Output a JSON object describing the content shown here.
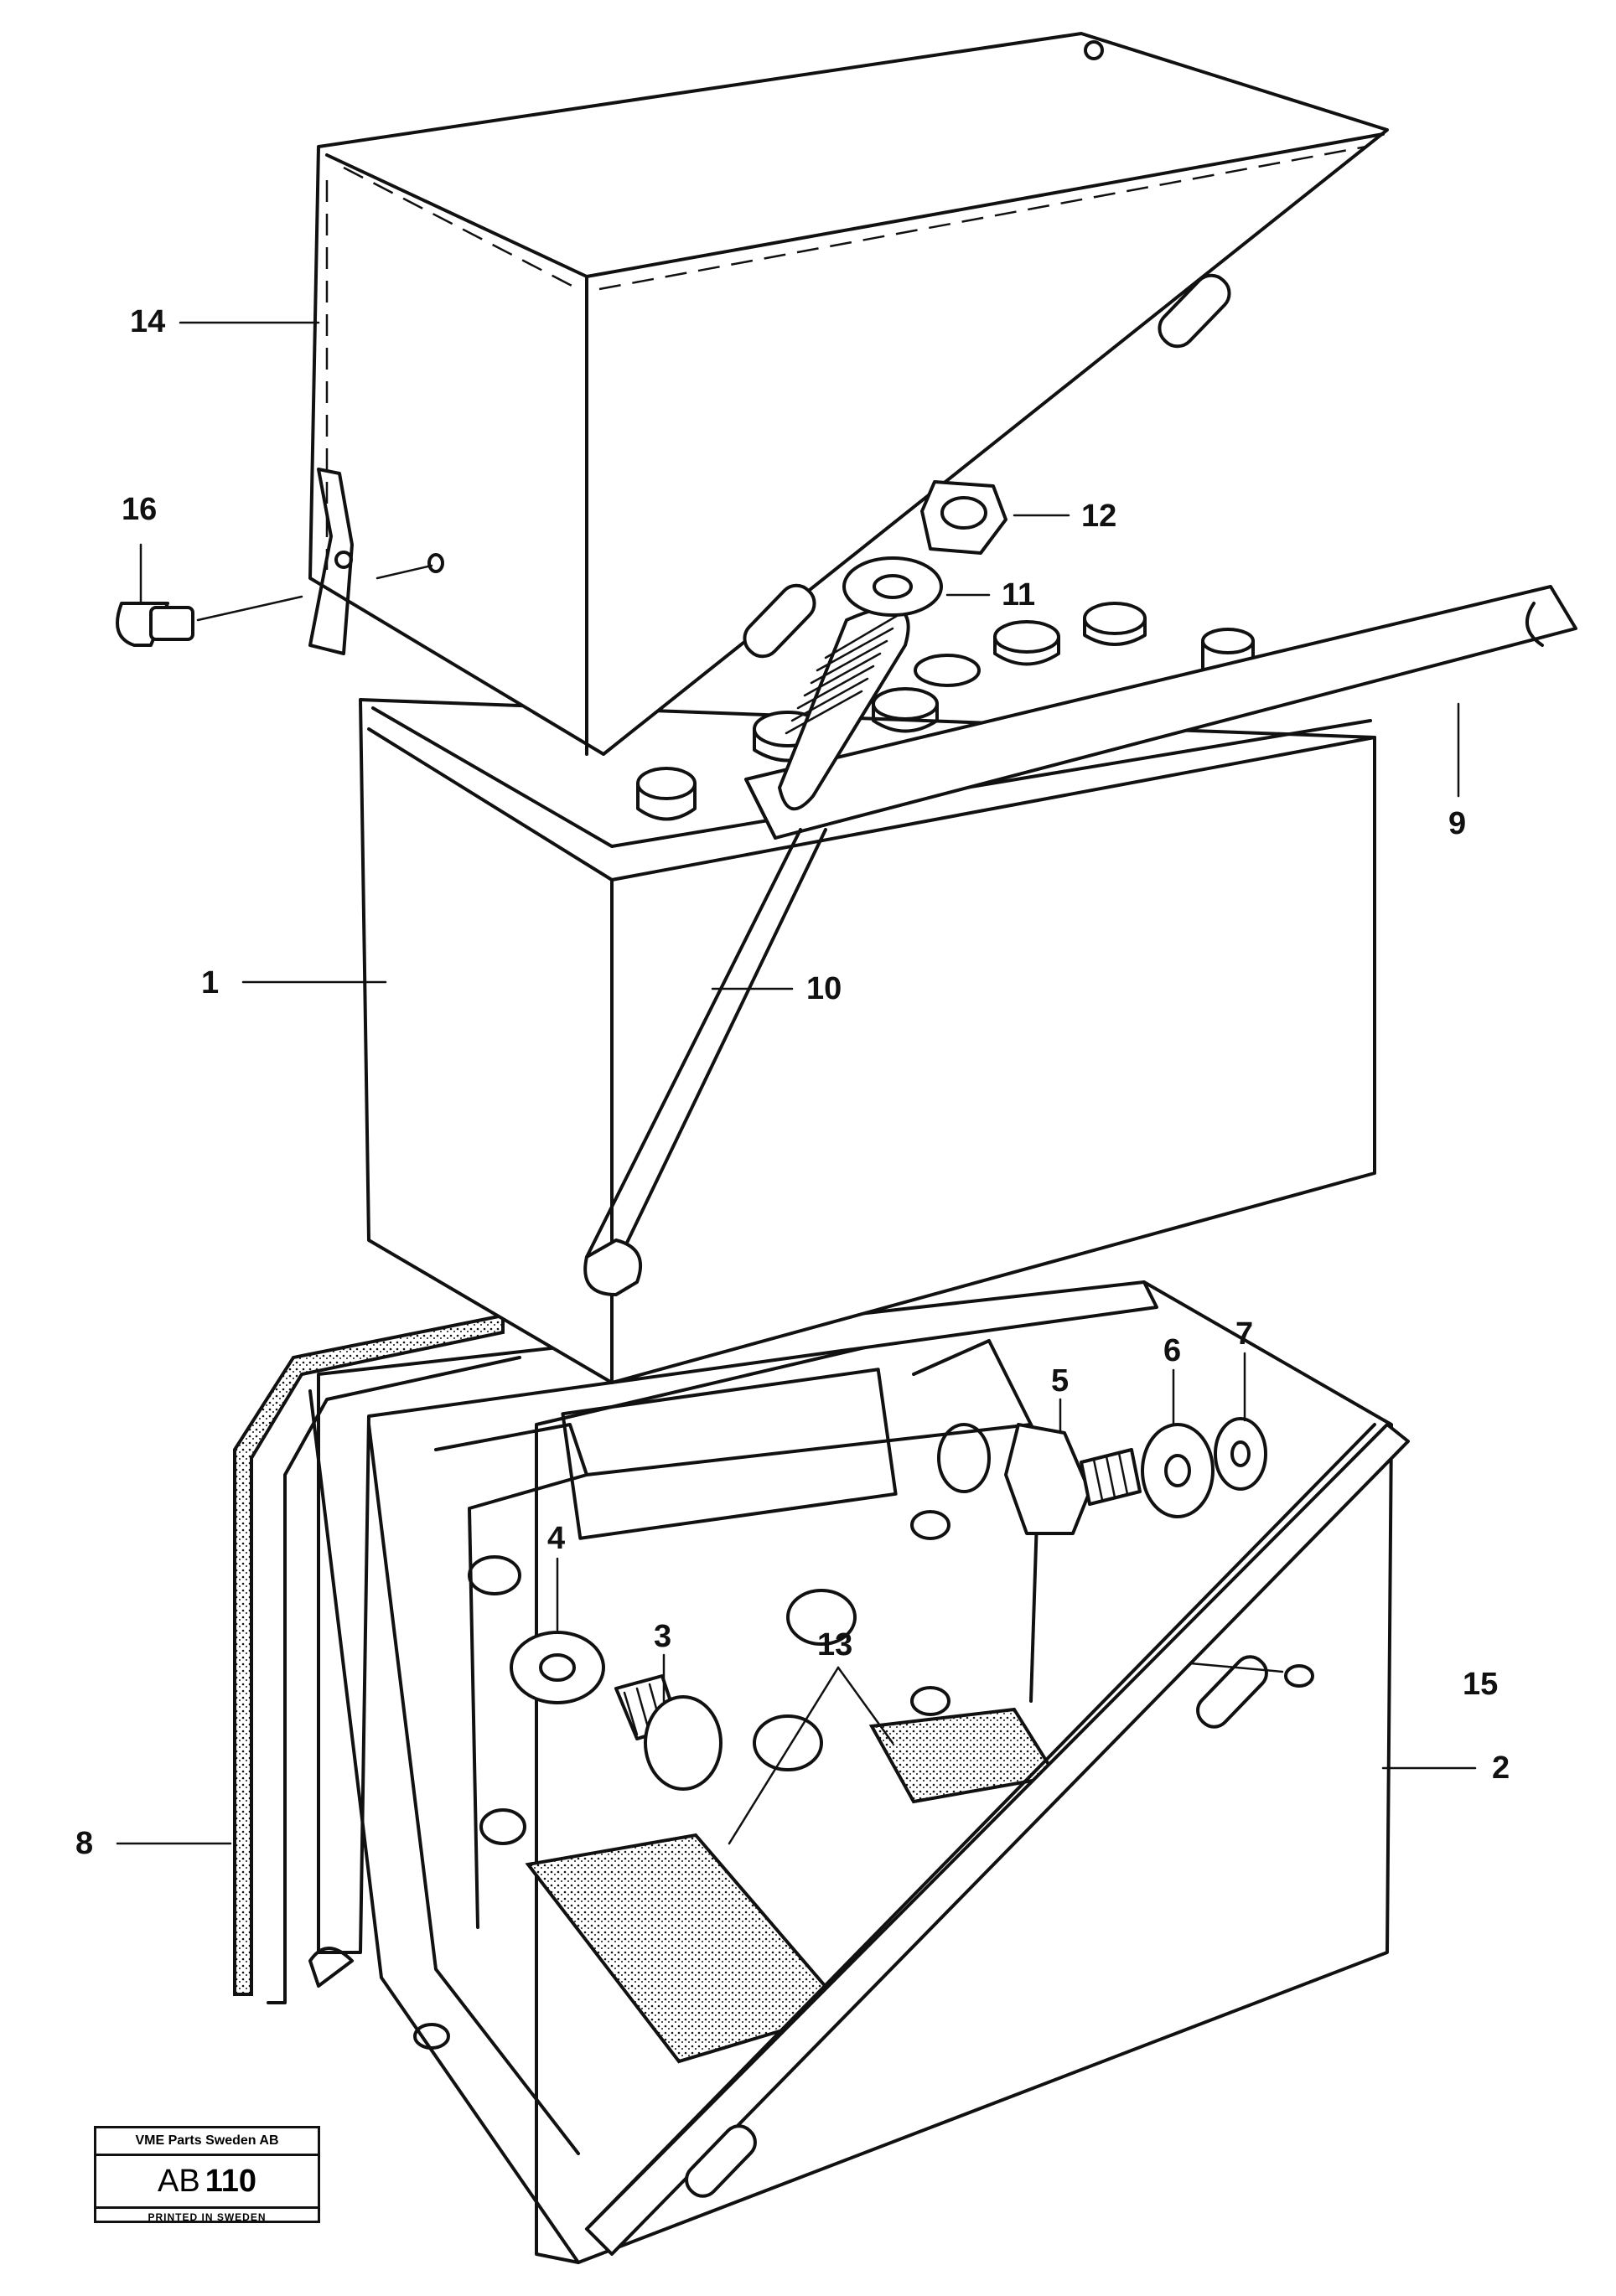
{
  "callouts": {
    "c1": "1",
    "c2": "2",
    "c3": "3",
    "c4": "4",
    "c5": "5",
    "c6": "6",
    "c7": "7",
    "c8": "8",
    "c9": "9",
    "c10": "10",
    "c11": "11",
    "c12": "12",
    "c13": "13",
    "c14": "14",
    "c15": "15",
    "c16": "16"
  },
  "stamp": {
    "company": "VME Parts Sweden AB",
    "code_letters": "AB",
    "code_number": "110",
    "printed": "PRINTED IN SWEDEN"
  }
}
